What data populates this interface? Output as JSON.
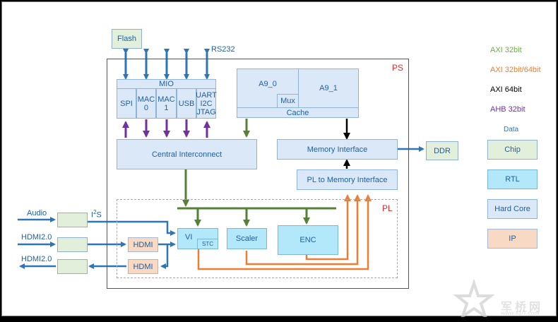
{
  "frames": {
    "ps_label": "PS",
    "pl_label": "PL"
  },
  "external": {
    "flash": "Flash",
    "ddr": "DDR",
    "rs232": "RS232",
    "audio": "Audio",
    "hdmi_in": "HDMI2.0",
    "hdmi_out": "HDMI2.0",
    "i2s": "I",
    "i2s_sup": "2",
    "i2s_tail": "S"
  },
  "ps": {
    "mio": "MIO",
    "mio_ports": [
      "SPI",
      "MAC\n0",
      "MAC\n1",
      "USB",
      "UART\nI2C\nJTAG"
    ],
    "a9_0": "A9_0",
    "a9_1": "A9_1",
    "mux": "Mux",
    "cache": "Cache",
    "central_interconnect": "Central Interconnect",
    "memory_interface": "Memory Interface",
    "pl_to_memory_interface": "PL to Memory Interface"
  },
  "pl": {
    "vi": "VI",
    "stc": "STC",
    "scaler": "Scaler",
    "enc": "ENC",
    "hdmi_rx": "HDMI",
    "hdmi_tx": "HDMI"
  },
  "legend": {
    "buses": [
      {
        "label": "AXI 32bit",
        "color": "#70ad47"
      },
      {
        "label": "AXI 32bit/64bit",
        "color": "#ed7d31"
      },
      {
        "label": "AXI 64bit",
        "color": "#000000"
      },
      {
        "label": "AHB 32bit",
        "color": "#7030a0"
      }
    ],
    "data_label": "Data",
    "data_color": "#2e75b6",
    "blocks": [
      {
        "label": "Chip",
        "kind": "chip"
      },
      {
        "label": "RTL",
        "kind": "rtl"
      },
      {
        "label": "Hard Core",
        "kind": "hard"
      },
      {
        "label": "IP",
        "kind": "ip"
      }
    ]
  },
  "watermark": {
    "cn": "军桥网",
    "url": "www.81IT.com"
  }
}
